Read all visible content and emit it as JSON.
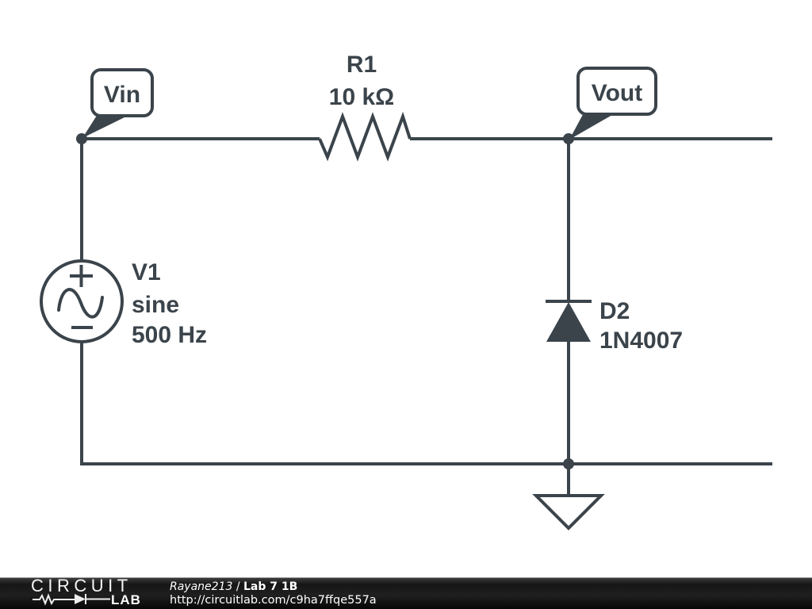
{
  "colors": {
    "ink": "#3b444b",
    "background": "#ffffff",
    "footer_bg": "#111111",
    "footer_text": "#ffffff"
  },
  "schematic": {
    "net_labels": {
      "vin": "Vin",
      "vout": "Vout"
    },
    "resistor": {
      "name": "R1",
      "value": "10 kΩ"
    },
    "source": {
      "name": "V1",
      "waveform": "sine",
      "frequency": "500 Hz"
    },
    "diode": {
      "name": "D2",
      "part": "1N4007"
    }
  },
  "footer": {
    "logo": {
      "word_top": "CIRCUIT",
      "word_bottom": "LAB",
      "icon": "resistor-diode-schematic"
    },
    "author": "Rayane213",
    "separator": " / ",
    "title": "Lab 7 1B",
    "url": "http://circuitlab.com/c9ha7ffqe557a"
  }
}
